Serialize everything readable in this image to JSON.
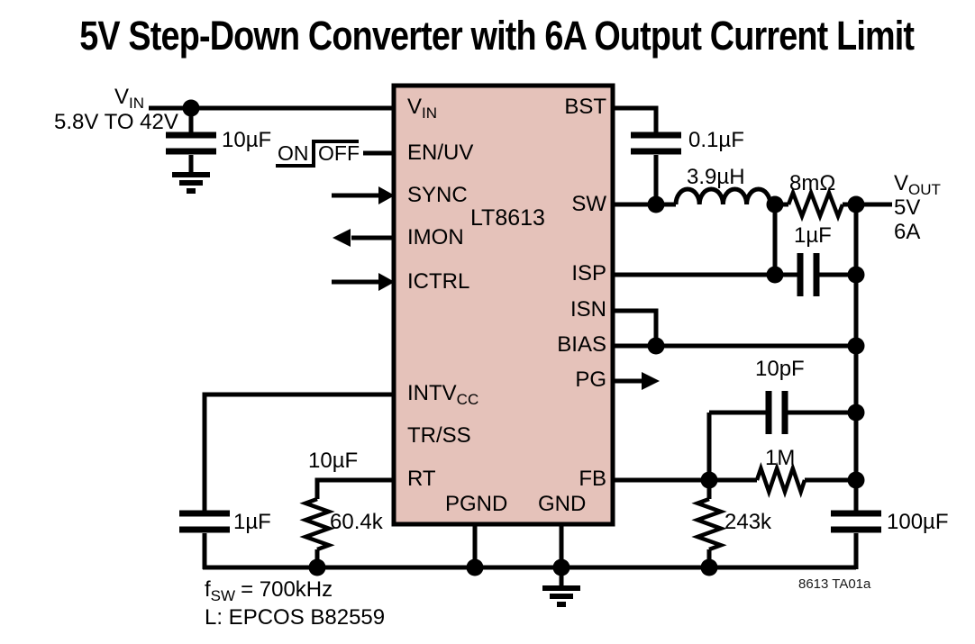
{
  "title": "5V Step-Down Converter with 6A Output Current Limit",
  "colors": {
    "ic_fill": "#e5c2ba",
    "line": "#000000",
    "background": "#ffffff"
  },
  "ic": {
    "part": "LT8613",
    "pins": {
      "vin": {
        "main": "V",
        "sub": "IN"
      },
      "enuv": "EN/UV",
      "sync": "SYNC",
      "imon": "IMON",
      "ictrl": "ICTRL",
      "intvcc": {
        "main": "INTV",
        "sub": "CC"
      },
      "trss": "TR/SS",
      "rt": "RT",
      "bst": "BST",
      "sw": "SW",
      "isp": "ISP",
      "isn": "ISN",
      "bias": "BIAS",
      "pg": "PG",
      "fb": "FB",
      "pgnd": "PGND",
      "gnd": "GND"
    }
  },
  "input": {
    "rail": {
      "main": "V",
      "sub": "IN"
    },
    "range": "5.8V TO 42V",
    "cap": "10µF",
    "on": "ON",
    "off": "OFF"
  },
  "output": {
    "rail": {
      "main": "V",
      "sub": "OUT"
    },
    "volts": "5V",
    "amps": "6A",
    "bst_cap": "0.1µF",
    "inductor": "3.9µH",
    "sense_resistor": "8mΩ",
    "sense_cap": "1µF"
  },
  "feedback": {
    "comp_cap": "10pF",
    "top_resistor": "1M",
    "bottom_resistor": "243k",
    "out_cap": "100µF"
  },
  "bias_components": {
    "intvcc_cap": "1µF",
    "rt_cap": "10µF",
    "rt_resistor": "60.4k"
  },
  "notes": {
    "fsw": {
      "main": "f",
      "sub": "SW",
      "value": "= 700kHz"
    },
    "inductor": "L: EPCOS B82559",
    "figure_ref": "8613 TA01a"
  }
}
